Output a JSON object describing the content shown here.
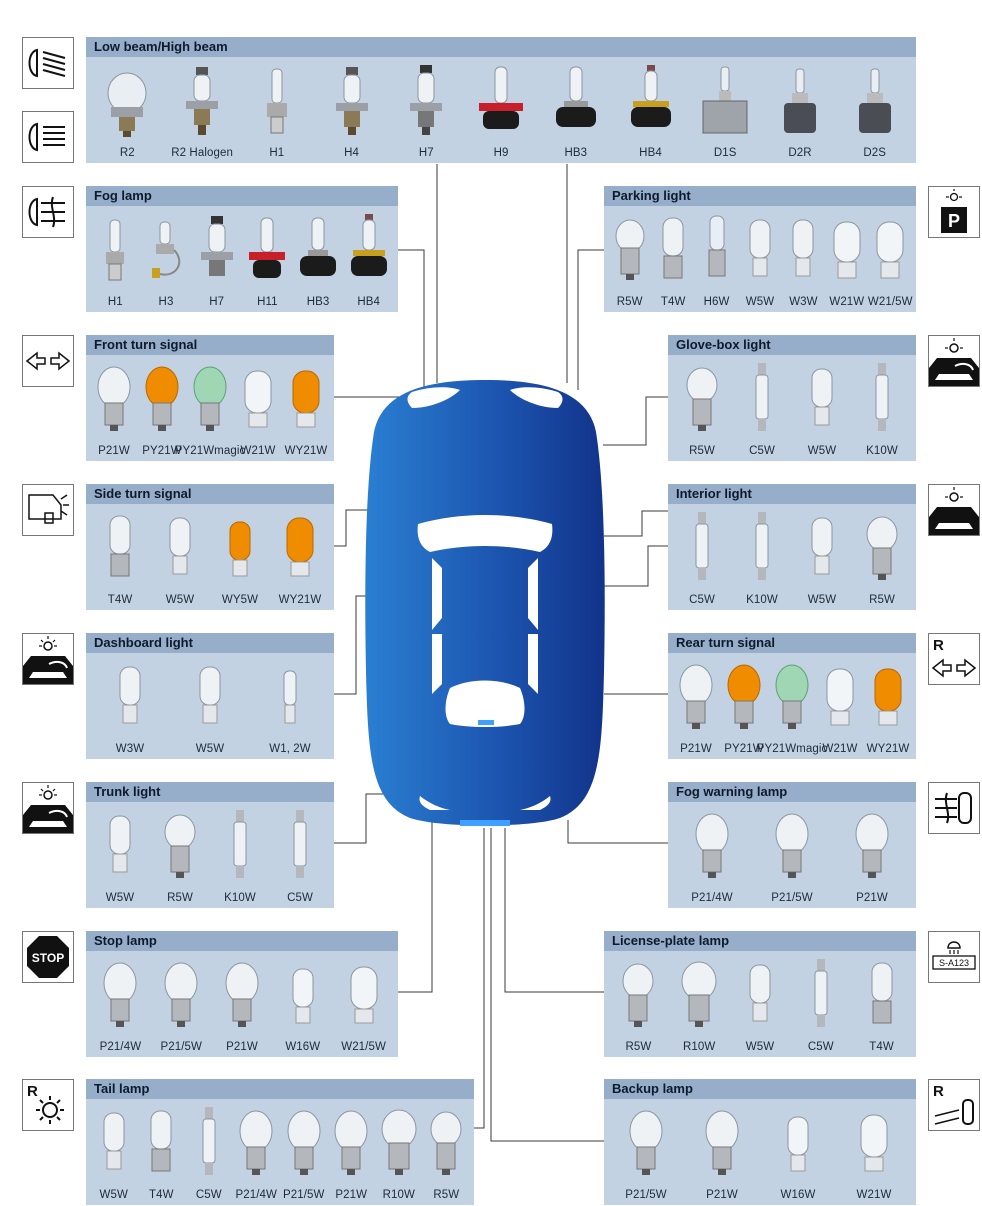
{
  "panels": [
    {
      "id": "low-high-beam",
      "title": "Low beam/High beam",
      "items": [
        "R2",
        "R2 Halogen",
        "H1",
        "H4",
        "H7",
        "H9",
        "HB3",
        "HB4",
        "D1S",
        "D2R",
        "D2S"
      ]
    },
    {
      "id": "fog-lamp",
      "title": "Fog lamp",
      "items": [
        "H1",
        "H3",
        "H7",
        "H11",
        "HB3",
        "HB4"
      ]
    },
    {
      "id": "parking-light",
      "title": "Parking light",
      "items": [
        "R5W",
        "T4W",
        "H6W",
        "W5W",
        "W3W",
        "W21W",
        "W21/5W"
      ]
    },
    {
      "id": "front-turn-signal",
      "title": "Front turn signal",
      "items": [
        "P21W",
        "PY21W",
        "PY21Wmagic",
        "W21W",
        "WY21W"
      ]
    },
    {
      "id": "glove-box-light",
      "title": "Glove-box light",
      "items": [
        "R5W",
        "C5W",
        "W5W",
        "K10W"
      ]
    },
    {
      "id": "side-turn-signal",
      "title": "Side turn signal",
      "items": [
        "T4W",
        "W5W",
        "WY5W",
        "WY21W"
      ]
    },
    {
      "id": "interior-light",
      "title": "Interior light",
      "items": [
        "C5W",
        "K10W",
        "W5W",
        "R5W"
      ]
    },
    {
      "id": "dashboard-light",
      "title": "Dashboard light",
      "items": [
        "W3W",
        "W5W",
        "W1, 2W"
      ]
    },
    {
      "id": "rear-turn-signal",
      "title": "Rear turn signal",
      "items": [
        "P21W",
        "PY21W",
        "PY21Wmagic",
        "W21W",
        "WY21W"
      ]
    },
    {
      "id": "trunk-light",
      "title": "Trunk light",
      "items": [
        "W5W",
        "R5W",
        "K10W",
        "C5W"
      ]
    },
    {
      "id": "fog-warning-lamp",
      "title": "Fog warning lamp",
      "items": [
        "P21/4W",
        "P21/5W",
        "P21W"
      ]
    },
    {
      "id": "stop-lamp",
      "title": "Stop lamp",
      "items": [
        "P21/4W",
        "P21/5W",
        "P21W",
        "W16W",
        "W21/5W"
      ]
    },
    {
      "id": "license-plate-lamp",
      "title": "License-plate lamp",
      "items": [
        "R5W",
        "R10W",
        "W5W",
        "C5W",
        "T4W"
      ]
    },
    {
      "id": "tail-lamp",
      "title": "Tail lamp",
      "items": [
        "W5W",
        "T4W",
        "C5W",
        "P21/4W",
        "P21/5W",
        "P21W",
        "R10W",
        "R5W"
      ]
    },
    {
      "id": "backup-lamp",
      "title": "Backup lamp",
      "items": [
        "P21/5W",
        "P21W",
        "W16W",
        "W21W"
      ]
    }
  ],
  "symbols": {
    "stop_text": "STOP",
    "plate_text": "S-A123",
    "parking_letter": "P",
    "reverse_letter": "R"
  },
  "colors": {
    "panel_bg": "#c3d2e2",
    "header_bg": "#96aec9",
    "car_body": "#1e5fb5",
    "amber": "#f08c00",
    "green_tint": "#9fd6b4",
    "connector_line": "#3a3a3a"
  }
}
